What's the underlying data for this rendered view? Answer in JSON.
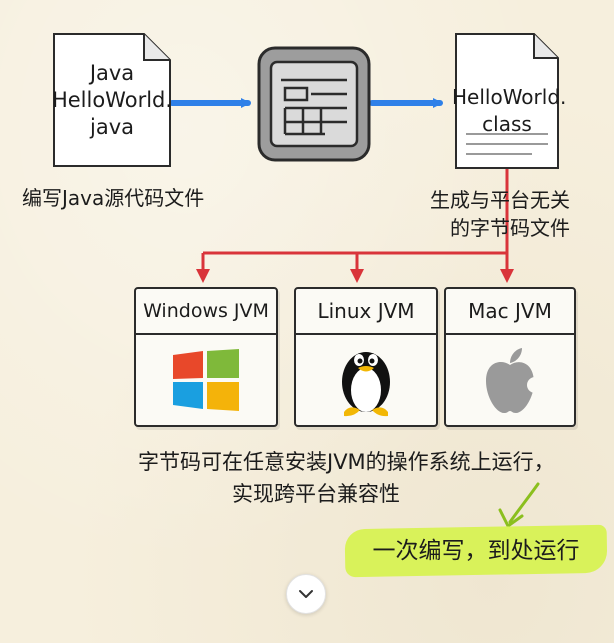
{
  "source_file": {
    "lines": [
      "Java",
      "HelloWorld.",
      "java"
    ],
    "caption": "编写Java源代码文件"
  },
  "compiler": {
    "icon": "compiler-machine-icon"
  },
  "class_file": {
    "lines": [
      "HelloWorld.",
      "class"
    ],
    "caption_lines": [
      "生成与平台无关",
      "的字节码文件"
    ]
  },
  "jvms": [
    {
      "label": "Windows JVM",
      "icon": "windows-logo-icon"
    },
    {
      "label": "Linux JVM",
      "icon": "linux-penguin-icon"
    },
    {
      "label": "Mac JVM",
      "icon": "apple-logo-icon"
    }
  ],
  "bottom_text": {
    "line1": "字节码可在任意安装JVM的操作系统上运行，",
    "line2": "实现跨平台兼容性"
  },
  "slogan": "一次编写，到处运行",
  "colors": {
    "blue_arrow": "#2f80e8",
    "red_arrow": "#d9343a",
    "highlight": "#d9f25a",
    "win_red": "#e8482a",
    "win_green": "#7fb93a",
    "win_blue": "#1a9fe0",
    "win_yellow": "#f4b30a"
  },
  "scroll_button": {
    "icon": "chevron-down-icon"
  }
}
